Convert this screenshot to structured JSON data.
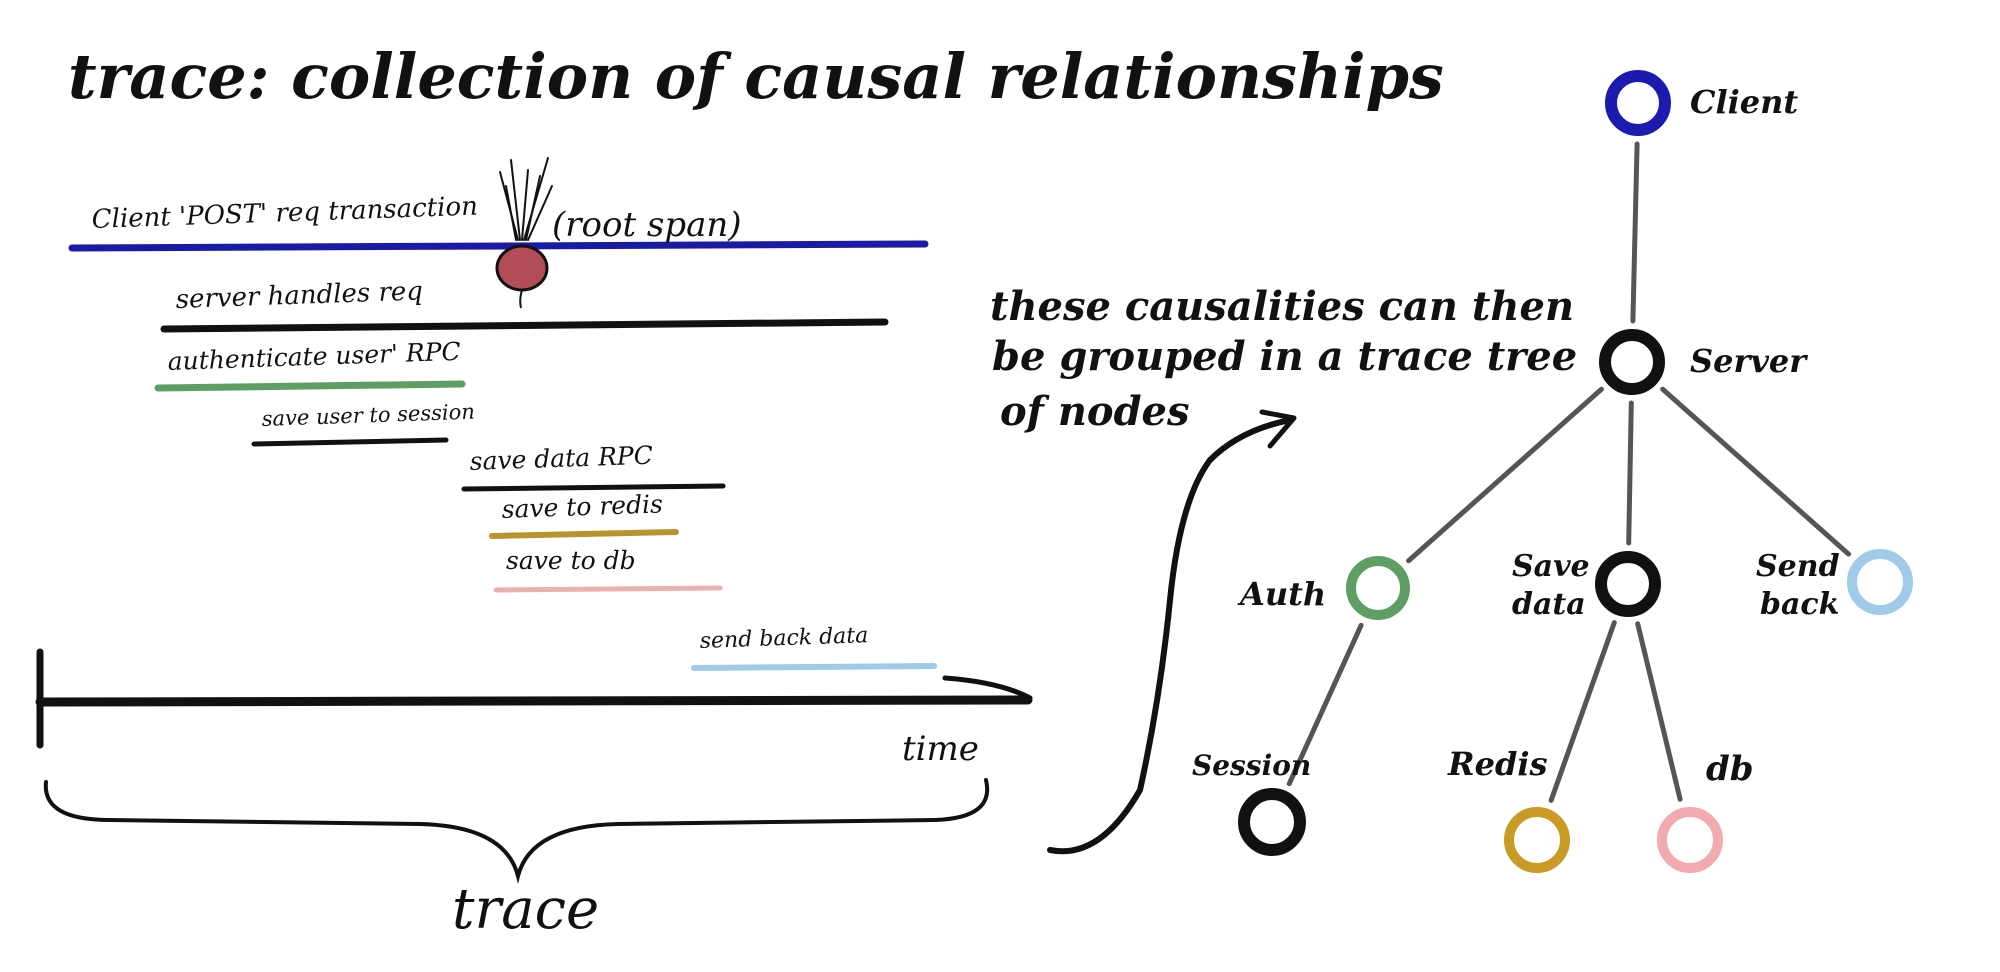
{
  "title": "trace: collection of causal relationships",
  "spans": [
    {
      "label": "Client 'POST' req transaction",
      "color": "#1a1aa6"
    },
    {
      "label": "server handles req",
      "color": "#111111"
    },
    {
      "label": "authenticate user' RPC",
      "color": "#5e9e62"
    },
    {
      "label": "save user to session",
      "color": "#111111"
    },
    {
      "label": "save data RPC",
      "color": "#111111"
    },
    {
      "label": "save to redis",
      "color": "#b8932e"
    },
    {
      "label": "save to db",
      "color": "#ebb0ae"
    },
    {
      "label": "send back data",
      "color": "#9fcbe9"
    }
  ],
  "root_span_label": "(root span)",
  "time_label": "time",
  "trace_label": "trace",
  "tree_caption": [
    "these causalities can then",
    "be grouped in a trace tree",
    "of nodes"
  ],
  "tree": {
    "nodes": {
      "client": {
        "label": "Client",
        "color": "#1b1bb0"
      },
      "server": {
        "label": "Server",
        "color": "#111111"
      },
      "auth": {
        "label": "Auth",
        "color": "#5e9e62"
      },
      "save_data": {
        "label": [
          "Save",
          "data"
        ],
        "color": "#111111"
      },
      "send_back": {
        "label": [
          "Send",
          "back"
        ],
        "color": "#9fcbe9"
      },
      "session": {
        "label": "Session",
        "color": "#111111"
      },
      "redis": {
        "label": "Redis",
        "color": "#c99a24"
      },
      "db": {
        "label": "db",
        "color": "#f1abaf"
      }
    },
    "edges": [
      [
        "client",
        "server"
      ],
      [
        "server",
        "auth"
      ],
      [
        "server",
        "save_data"
      ],
      [
        "server",
        "send_back"
      ],
      [
        "auth",
        "session"
      ],
      [
        "save_data",
        "redis"
      ],
      [
        "save_data",
        "db"
      ]
    ]
  }
}
